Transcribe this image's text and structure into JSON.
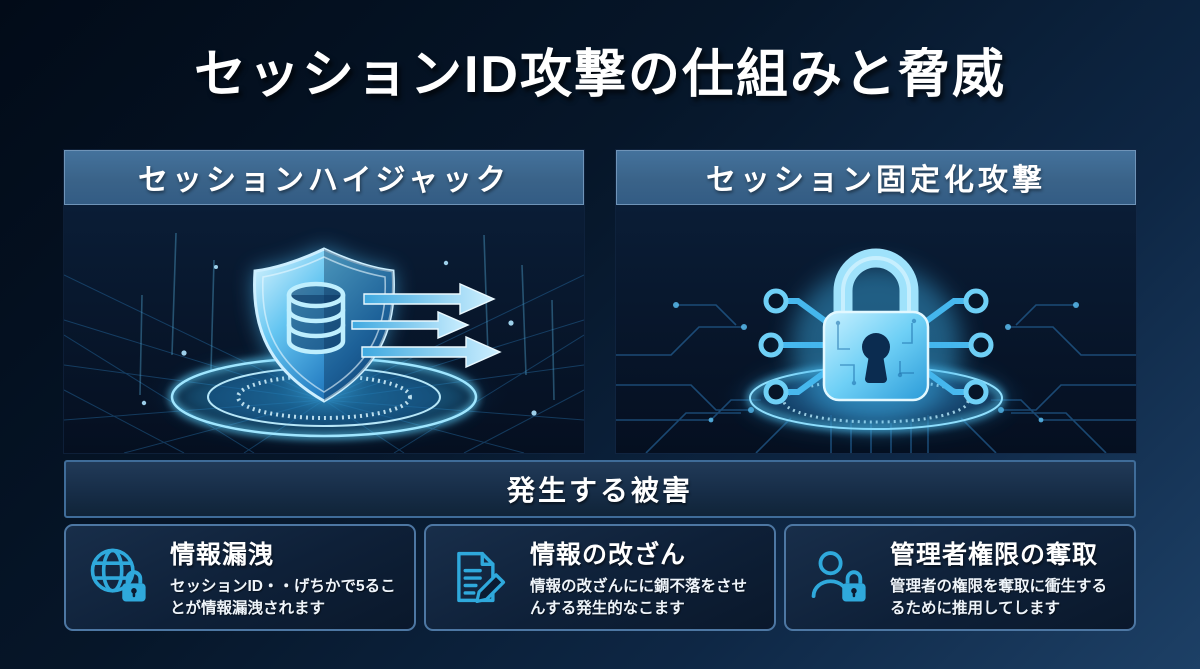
{
  "page": {
    "title": "セッションID攻撃の仕組みと脅威"
  },
  "panels": [
    {
      "header": "セッションハイジャック",
      "illustration": "shield-database-leak"
    },
    {
      "header": "セッション固定化攻撃",
      "illustration": "circuit-padlock"
    }
  ],
  "damage": {
    "header": "発生する被害",
    "cards": [
      {
        "icon": "globe-lock",
        "title": "情報漏洩",
        "body": "セッションID・・げちかで5ることが情報漏洩されます"
      },
      {
        "icon": "document-edit",
        "title": "情報の改ざん",
        "body": "情報の改ざんにに錭不落をさせんする発生的なこます"
      },
      {
        "icon": "user-lock",
        "title": "管理者権限の奪取",
        "body": "管理者の権限を奪取に衝生するるために推用してします"
      }
    ]
  },
  "colors": {
    "accent_cyan": "#35b2e6",
    "glow_cyan": "#7fdcff",
    "panel_header_blue": "#3a6389",
    "card_border_blue": "#4d77a3",
    "background_dark": "#04101f",
    "background_light": "#1d4066"
  }
}
